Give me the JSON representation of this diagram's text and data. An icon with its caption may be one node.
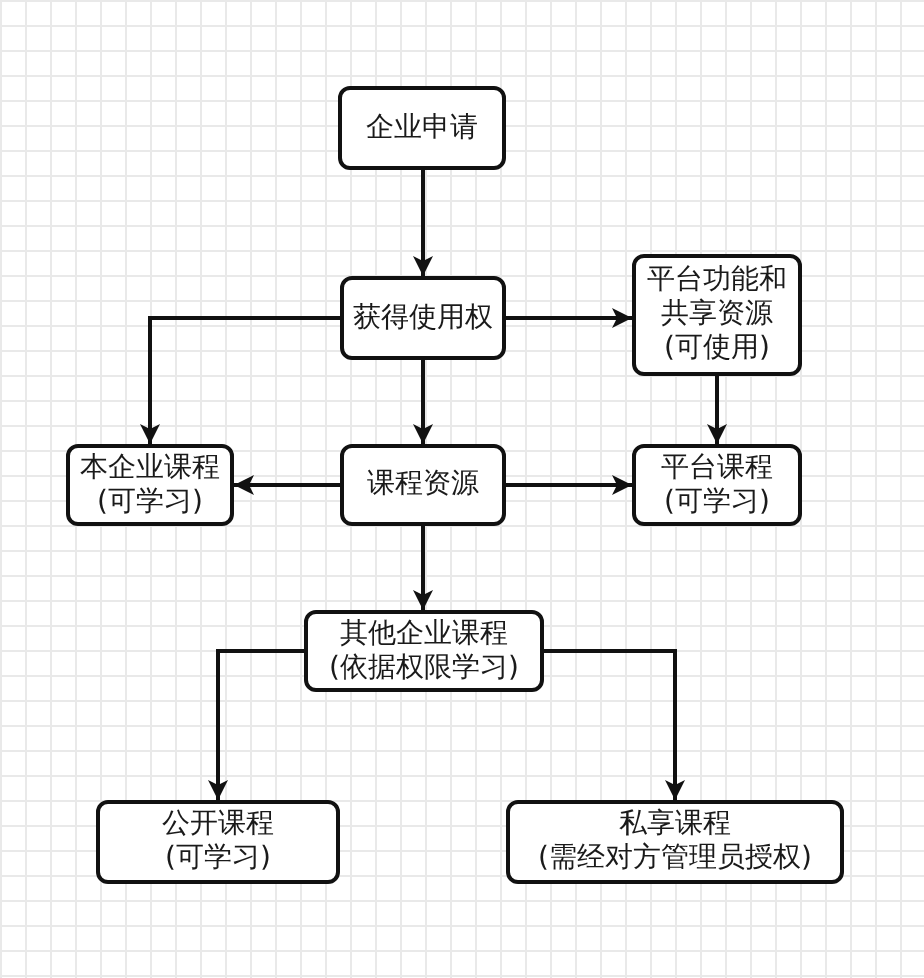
{
  "diagram": {
    "nodes": [
      {
        "text": [
          "企业申请"
        ]
      },
      {
        "text": [
          "获得使用权"
        ]
      },
      {
        "text": [
          "平台功能和共享资源",
          "(可使用)"
        ]
      },
      {
        "text": [
          "本企业课程",
          "(可学习)"
        ]
      },
      {
        "text": [
          "课程资源"
        ]
      },
      {
        "text": [
          "平台课程",
          "(可学习)"
        ]
      },
      {
        "text": [
          "其他企业课程",
          "(依据权限学习)"
        ]
      },
      {
        "text": [
          "公开课程",
          "(可学习)"
        ]
      },
      {
        "text": [
          "私享课程",
          "(需经对方管理员授权)"
        ]
      }
    ],
    "edges": [
      {
        "from": 0,
        "to": 1,
        "arrow": "to"
      },
      {
        "from": 1,
        "to": 2,
        "arrow": "to"
      },
      {
        "from": 1,
        "to": 3,
        "arrow": "to"
      },
      {
        "from": 1,
        "to": 4,
        "arrow": "to"
      },
      {
        "from": 2,
        "to": 5,
        "arrow": "to"
      },
      {
        "from": 4,
        "to": 3,
        "arrow": "to"
      },
      {
        "from": 4,
        "to": 5,
        "arrow": "to"
      },
      {
        "from": 4,
        "to": 6,
        "arrow": "to"
      },
      {
        "from": 6,
        "to": 7,
        "arrow": "to"
      },
      {
        "from": 6,
        "to": 8,
        "arrow": "to"
      }
    ]
  }
}
